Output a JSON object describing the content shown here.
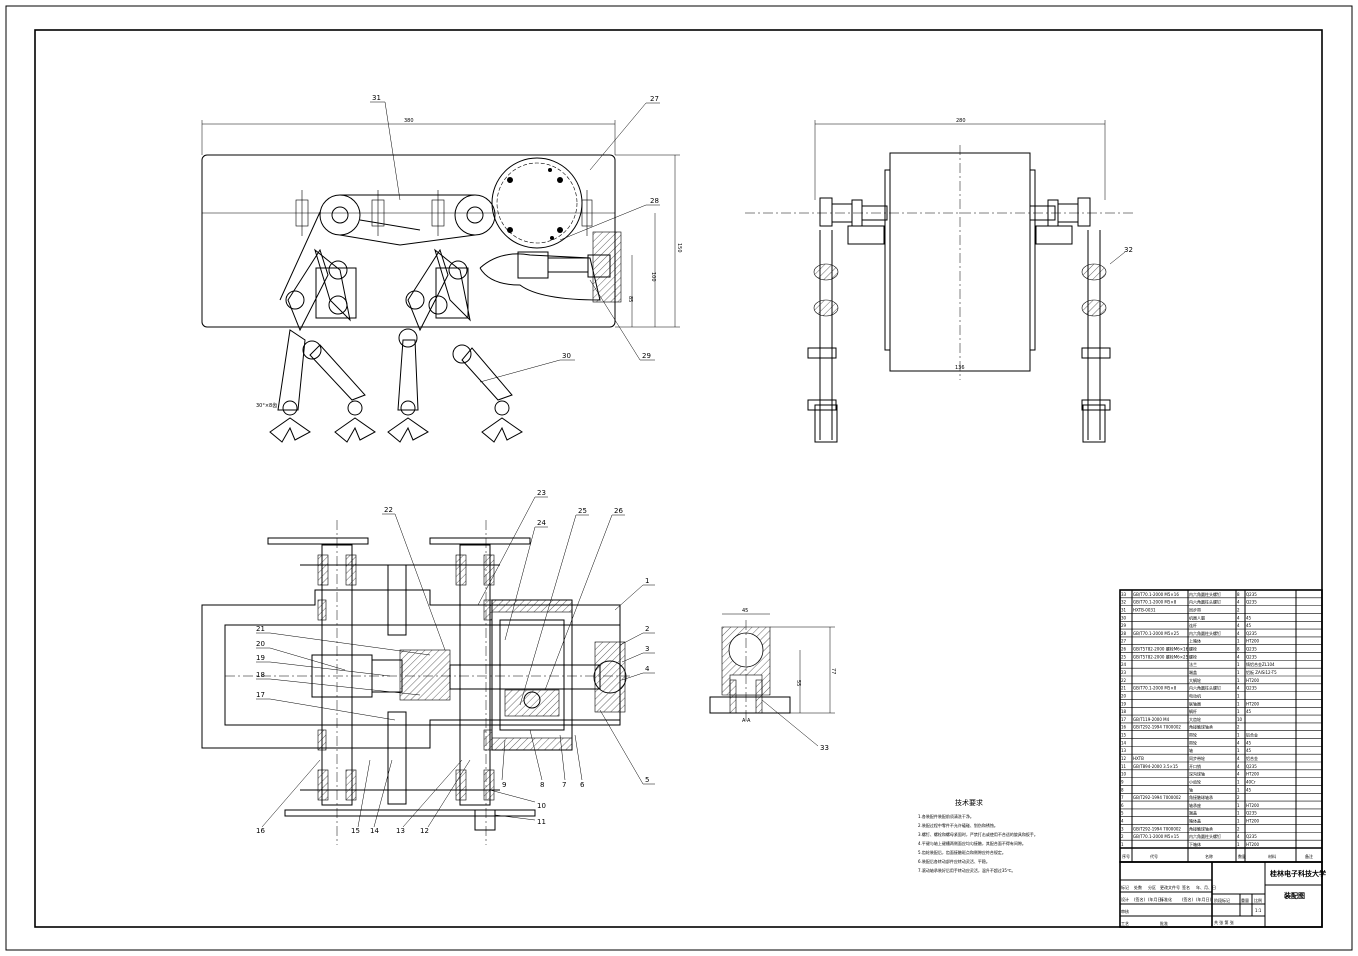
{
  "drawing": {
    "title_heading": "技术要求",
    "university": "桂林电子科技大学",
    "drawing_name": "装配图",
    "scale": "1:1",
    "section_label": "A-A",
    "dimension_note": "30°×8齿"
  },
  "view_top_left": {
    "dims": {
      "overall_width": "380",
      "height_outer": "150",
      "height_mid": "100",
      "height_small": "85"
    },
    "callouts": [
      "31",
      "27",
      "28",
      "29",
      "30"
    ]
  },
  "view_top_right": {
    "dims": {
      "overall_width": "280",
      "bottom_width": "136"
    },
    "callouts": [
      "32"
    ]
  },
  "view_bottom": {
    "callouts_top": [
      "22",
      "23",
      "24",
      "25",
      "26"
    ],
    "callouts_left": [
      "21",
      "20",
      "19",
      "18",
      "17"
    ],
    "callouts_right": [
      "1",
      "2",
      "3",
      "4",
      "5"
    ],
    "callouts_bottom": [
      "16",
      "15",
      "14",
      "13",
      "12",
      "9",
      "8",
      "7",
      "6",
      "10",
      "11"
    ]
  },
  "view_section": {
    "dims": {
      "width": "45",
      "height": "77",
      "inner": "55"
    },
    "callout": "33"
  },
  "technical_requirements": [
    "1.各装配件装配前须清洗干净。",
    "2.装配过程中零件不允许磕碰、划伤和锈蚀。",
    "3.螺钉、螺栓和螺母紧固时，严禁打击或使用不合适的旋具和扳手。",
    "4.平键与轴上键槽两侧面应均匀接触，其配合面不得有间隙。",
    "5.齿轮装配后，齿面接触斑点和侧隙应符合规定。",
    "6.装配后各转动部件应转动灵活、平稳。",
    "7.滚动轴承装好后用手转动应灵活，温升不超过35℃。"
  ],
  "bom_header": [
    "序号",
    "代号",
    "名称",
    "数量",
    "材料",
    "备注"
  ],
  "bom_rows": [
    [
      "33",
      "GB/T70.1-2000  M5×16",
      "内六角圆柱头螺钉",
      "8",
      "Q235",
      ""
    ],
    [
      "32",
      "GB/T70.1-2000  M5×8",
      "内六角圆柱头螺钉",
      "4",
      "Q235",
      ""
    ],
    [
      "31",
      "HXTB-0031",
      "同步带",
      "2",
      "",
      ""
    ],
    [
      "30",
      "",
      "机器人腿",
      "4",
      "45",
      ""
    ],
    [
      "29",
      "",
      "连杆",
      "4",
      "45",
      ""
    ],
    [
      "28",
      "GB/T70.1-2000  M5×25",
      "内六角圆柱头螺钉",
      "4",
      "Q235",
      ""
    ],
    [
      "27",
      "",
      "上箱体",
      "1",
      "HT200",
      ""
    ],
    [
      "26",
      "GB/T5782-2000 螺栓M6×16",
      "螺栓",
      "8",
      "Q235",
      ""
    ],
    [
      "25",
      "GB/T5782-2000 螺栓M6×25",
      "螺栓",
      "4",
      "Q235",
      ""
    ],
    [
      "24",
      "",
      "法兰",
      "1",
      "铸铝合金ZL104",
      ""
    ],
    [
      "23",
      "",
      "端盖",
      "1",
      "铝板 ZAlSi12-T5",
      ""
    ],
    [
      "22",
      "",
      "大蜗轮",
      "1",
      "HT200",
      ""
    ],
    [
      "21",
      "GB/T70.1-2000  M5×8",
      "内六角圆柱头螺钉",
      "4",
      "Q235",
      ""
    ],
    [
      "20",
      "",
      "电动机",
      "1",
      "",
      ""
    ],
    [
      "19",
      "",
      "联轴器",
      "1",
      "HT200",
      ""
    ],
    [
      "18",
      "",
      "蜗杆",
      "1",
      "45",
      ""
    ],
    [
      "17",
      "GB/T119-2000  M4",
      "大齿轮",
      "10",
      "",
      ""
    ],
    [
      "16",
      "GB/T292-1994  7000002",
      "角接触球轴承",
      "2",
      "",
      ""
    ],
    [
      "15",
      "",
      "带轮",
      "1",
      "铝合金",
      ""
    ],
    [
      "14",
      "",
      "带轮",
      "4",
      "45",
      ""
    ],
    [
      "13",
      "",
      "轴",
      "1",
      "45",
      ""
    ],
    [
      "12",
      "HXTB",
      "同步带轮",
      "4",
      "铝合金",
      ""
    ],
    [
      "11",
      "GB/T894-2000  3.5×15",
      "开口销",
      "4",
      "Q235",
      ""
    ],
    [
      "10",
      "",
      "深沟球轴",
      "4",
      "HT200",
      ""
    ],
    [
      "9",
      "",
      "小齿轮",
      "1",
      "40Cr",
      ""
    ],
    [
      "8",
      "",
      "轴",
      "1",
      "45",
      ""
    ],
    [
      "7",
      "GB/T292-1994  7000002",
      "角接触球轴承",
      "2",
      "",
      ""
    ],
    [
      "6",
      "",
      "轴承座",
      "1",
      "HT200",
      ""
    ],
    [
      "5",
      "",
      "端盖",
      "1",
      "Q235",
      ""
    ],
    [
      "4",
      "",
      "箱体盖",
      "1",
      "HT200",
      ""
    ],
    [
      "3",
      "GB/T292-1994  7000002",
      "角接触球轴承",
      "2",
      "",
      ""
    ],
    [
      "2",
      "GB/T70.1-2000  M5×15",
      "内六角圆柱头螺钉",
      "4",
      "Q235",
      ""
    ],
    [
      "1",
      "",
      "下箱体",
      "1",
      "HT200",
      ""
    ]
  ],
  "title_block": {
    "rows": [
      [
        "标记",
        "处数",
        "分区",
        "更改文件号",
        "签名",
        "年、月、日"
      ],
      [
        "设计",
        "(签名)",
        "(年月日)",
        "标准化",
        "(签名)",
        "(年月日)"
      ],
      [
        "审核",
        "",
        "",
        "",
        "",
        ""
      ],
      [
        "工艺",
        "",
        "",
        "批准",
        "",
        ""
      ]
    ],
    "stage_label": "阶段标记",
    "weight_label": "重量",
    "scale_label": "比例",
    "sheet_label": "共  张  第  张"
  }
}
